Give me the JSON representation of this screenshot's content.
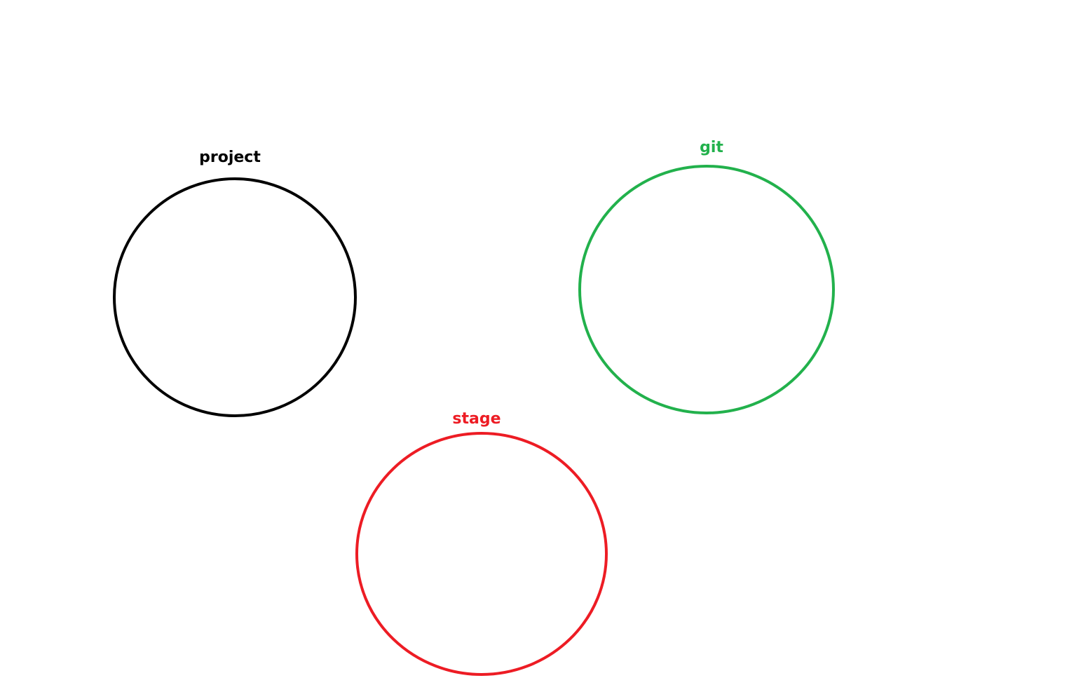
{
  "colors": {
    "background": "#ffffff",
    "project": "#000000",
    "git": "#22b14c",
    "stage": "#ed1c24"
  },
  "nodes": [
    {
      "id": "project",
      "label": "project",
      "color": "#000000"
    },
    {
      "id": "git",
      "label": "git",
      "color": "#22b14c"
    },
    {
      "id": "stage",
      "label": "stage",
      "color": "#ed1c24"
    }
  ]
}
